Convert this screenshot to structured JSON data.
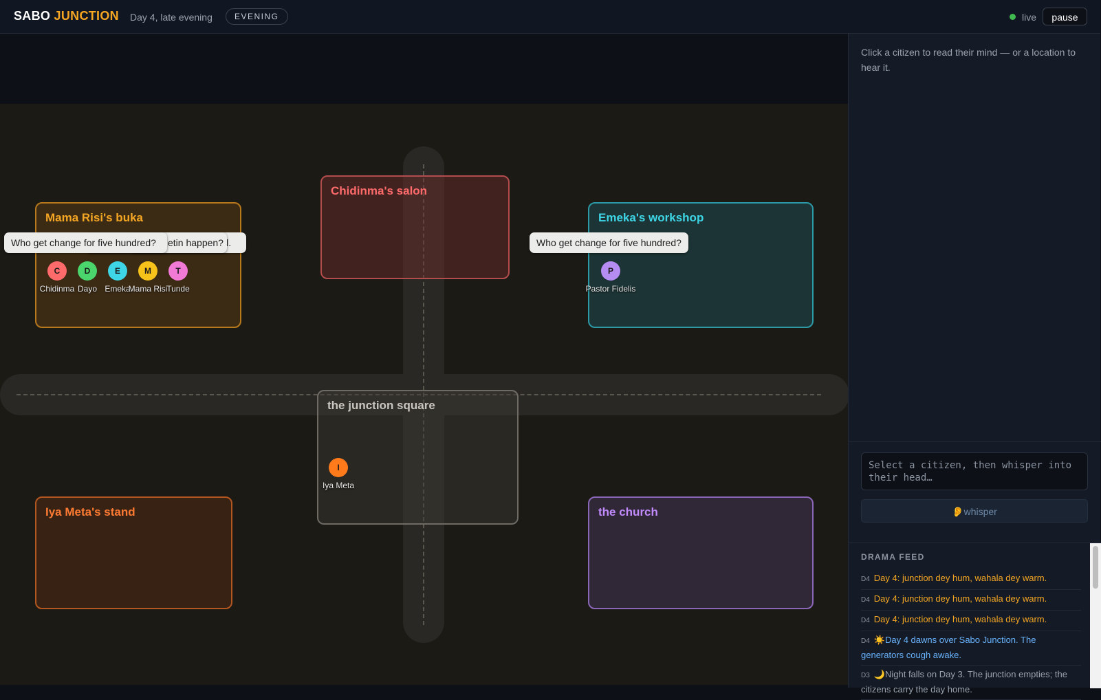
{
  "header": {
    "brand_part1": "SABO",
    "brand_part2": "JUNCTION",
    "day_text": "Day 4, late evening",
    "phase_badge": "EVENING",
    "live_label": "live",
    "pause_label": "pause"
  },
  "map": {
    "locations": {
      "buka": "Mama Risi's buka",
      "salon": "Chidinma's salon",
      "workshop": "Emeka's workshop",
      "square": "the junction square",
      "stand": "Iya Meta's stand",
      "church": "the church"
    },
    "bubbles": {
      "buka": "Who get change for five hundred?",
      "buka_overlap_1": "etin happen?",
      "buka_overlap_2": "ll.",
      "workshop": "Who get change for five hundred?"
    },
    "citizens": [
      {
        "initial": "C",
        "name": "Chidinma",
        "color": "#ff6b6b"
      },
      {
        "initial": "D",
        "name": "Dayo",
        "color": "#4ad66d"
      },
      {
        "initial": "E",
        "name": "Emeka",
        "color": "#3ed6e6"
      },
      {
        "initial": "M",
        "name": "Mama Risi",
        "color": "#f7c21a"
      },
      {
        "initial": "T",
        "name": "Tunde",
        "color": "#f17ad6"
      },
      {
        "initial": "P",
        "name": "Pastor Fidelis",
        "color": "#b48cf2"
      },
      {
        "initial": "I",
        "name": "Iya Meta",
        "color": "#ff7a1a"
      }
    ]
  },
  "sidebar": {
    "hint": "Click a citizen to read their mind — or a location to hear it.",
    "whisper_placeholder": "Select a citizen, then whisper into their head…",
    "whisper_button": "whisper",
    "feed_title": "DRAMA FEED",
    "feed": [
      {
        "day": "D4",
        "text": "Day 4: junction dey hum, wahala dey warm.",
        "tone": "orange"
      },
      {
        "day": "D4",
        "text": "Day 4: junction dey hum, wahala dey warm.",
        "tone": "orange"
      },
      {
        "day": "D4",
        "text": "Day 4: junction dey hum, wahala dey warm.",
        "tone": "orange"
      },
      {
        "day": "D4",
        "text": "☀️Day 4 dawns over Sabo Junction. The generators cough awake.",
        "tone": "blue"
      },
      {
        "day": "D3",
        "text": "🌙Night falls on Day 3. The junction empties; the citizens carry the day home.",
        "tone": "grey"
      }
    ]
  }
}
